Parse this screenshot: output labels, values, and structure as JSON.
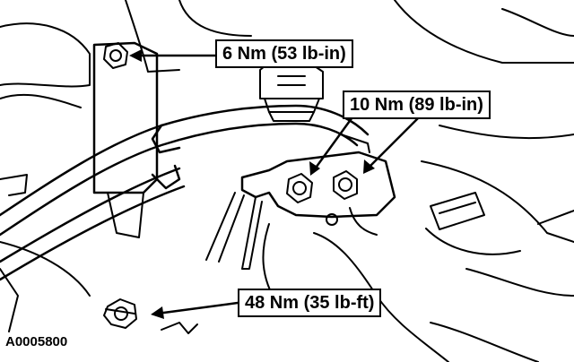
{
  "callouts": [
    {
      "label": "6 Nm (53 lb-in)"
    },
    {
      "label": "10 Nm (89 lb-in)"
    },
    {
      "label": "48 Nm (35 lb-ft)"
    }
  ],
  "figure_id": "A0005800",
  "colors": {
    "ink": "#000000",
    "paper": "#ffffff"
  }
}
